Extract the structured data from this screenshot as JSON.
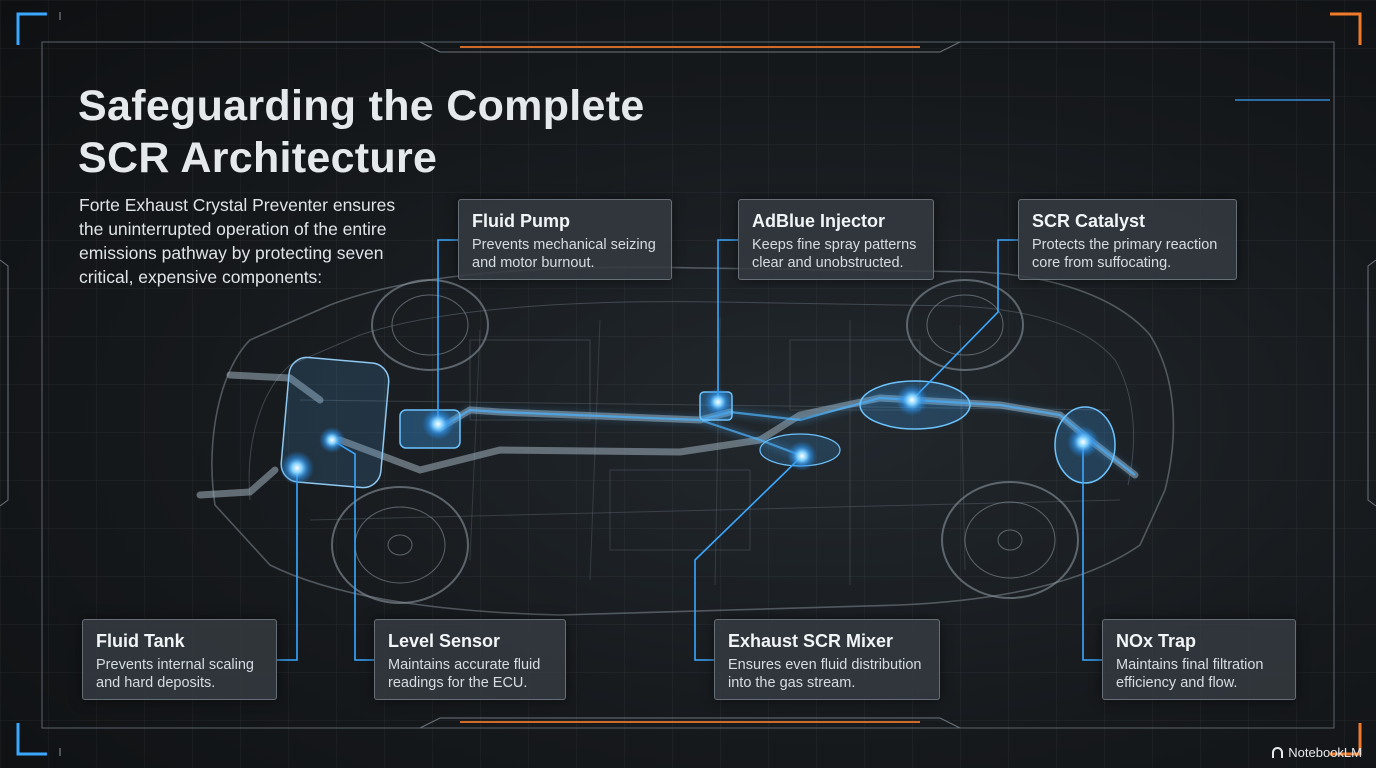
{
  "title": {
    "line1": "Safeguarding the Complete",
    "line2": "SCR Architecture"
  },
  "intro": "Forte Exhaust Crystal Preventer ensures the uninterrupted operation of the entire emissions pathway by protecting seven critical, expensive components:",
  "components": [
    {
      "name": "Fluid Pump",
      "desc": "Prevents mechanical seizing and motor burnout."
    },
    {
      "name": "AdBlue Injector",
      "desc": "Keeps fine spray patterns clear and unobstructed."
    },
    {
      "name": "SCR Catalyst",
      "desc": "Protects the primary reaction core from suffocating."
    },
    {
      "name": "Fluid Tank",
      "desc": "Prevents internal scaling and hard deposits."
    },
    {
      "name": "Level Sensor",
      "desc": "Maintains accurate fluid readings for the ECU."
    },
    {
      "name": "Exhaust SCR Mixer",
      "desc": "Ensures even fluid distribution into the gas stream."
    },
    {
      "name": "NOx Trap",
      "desc": "Maintains final filtration efficiency and flow."
    }
  ],
  "brand": "NotebookLM",
  "colors": {
    "accent_blue": "#3aa8ff",
    "accent_orange": "#f07a2a",
    "background": "#16191c"
  }
}
